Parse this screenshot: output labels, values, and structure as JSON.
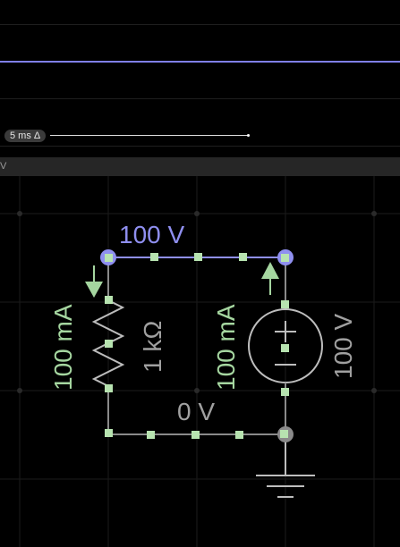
{
  "scope": {
    "time_label": "5 ms Δ",
    "unit_label": "V",
    "trace_color": "#7f7fe8"
  },
  "circuit": {
    "top_node_voltage": "100 V",
    "bottom_node_voltage": "0 V",
    "resistor": {
      "value": "1 kΩ",
      "current": "100 mA"
    },
    "source": {
      "value": "100 V",
      "current": "100 mA"
    },
    "colors": {
      "wire": "#8a8a8a",
      "handle": "#b7e3b0",
      "selected_node": "#8f8ff0",
      "current_arrow": "#a5d6a0",
      "resistor": "#bdbdbd",
      "voltage_label": "#8f8ff0",
      "ground_label": "#a0a0a0"
    },
    "icons": [
      "current-arrow-icon",
      "ground-icon",
      "voltage-source-icon",
      "resistor-icon"
    ]
  }
}
